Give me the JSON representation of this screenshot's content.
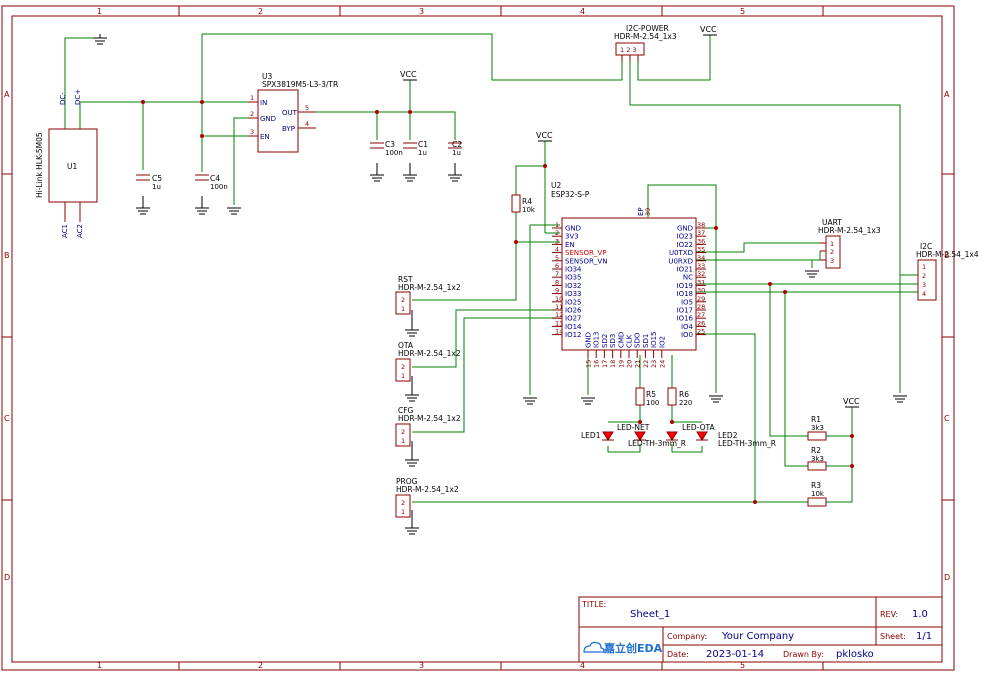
{
  "sheet": {
    "zones_top": [
      "1",
      "2",
      "3",
      "4",
      "5"
    ],
    "zones_side": [
      "A",
      "B",
      "C",
      "D"
    ]
  },
  "power": {
    "vcc": "VCC"
  },
  "components": {
    "u1": {
      "ref": "U1",
      "value": "Hi-Link HLK-5M05",
      "pins": [
        "DC-",
        "DC+",
        "AC1",
        "AC2"
      ]
    },
    "u3": {
      "ref": "U3",
      "value": "SPX3819M5-L3-3/TR",
      "pins": {
        "in": "IN",
        "gnd": "GND",
        "en": "EN",
        "out": "OUT",
        "byp": "BYP"
      },
      "nums": {
        "in": "1",
        "gnd": "2",
        "en": "3",
        "out": "5",
        "byp": "4"
      }
    },
    "c5": {
      "ref": "C5",
      "value": "1u"
    },
    "c4": {
      "ref": "C4",
      "value": "100n"
    },
    "c3": {
      "ref": "C3",
      "value": "100n"
    },
    "c1": {
      "ref": "C1",
      "value": "1u"
    },
    "c2": {
      "ref": "C2",
      "value": "1u"
    },
    "i2c_power": {
      "ref": "I2C-POWER",
      "value": "HDR-M-2.54_1x3",
      "pins": "1 2 3"
    },
    "r4": {
      "ref": "R4",
      "value": "10k"
    },
    "u2": {
      "ref": "U2",
      "value": "ESP32-S-P",
      "left": [
        {
          "n": "1",
          "name": "GND"
        },
        {
          "n": "2",
          "name": "3V3"
        },
        {
          "n": "3",
          "name": "EN"
        },
        {
          "n": "4",
          "name": "SENSOR_VP"
        },
        {
          "n": "5",
          "name": "SENSOR_VN"
        },
        {
          "n": "6",
          "name": "IO34"
        },
        {
          "n": "7",
          "name": "IO35"
        },
        {
          "n": "8",
          "name": "IO32"
        },
        {
          "n": "9",
          "name": "IO33"
        },
        {
          "n": "10",
          "name": "IO25"
        },
        {
          "n": "11",
          "name": "IO26"
        },
        {
          "n": "12",
          "name": "IO27"
        },
        {
          "n": "13",
          "name": "IO14"
        },
        {
          "n": "14",
          "name": "IO12"
        }
      ],
      "right": [
        {
          "n": "38",
          "name": "GND"
        },
        {
          "n": "37",
          "name": "IO23"
        },
        {
          "n": "36",
          "name": "IO22"
        },
        {
          "n": "35",
          "name": "U0TXD"
        },
        {
          "n": "34",
          "name": "U0RXD"
        },
        {
          "n": "33",
          "name": "IO21"
        },
        {
          "n": "32",
          "name": "NC"
        },
        {
          "n": "31",
          "name": "IO19"
        },
        {
          "n": "30",
          "name": "IO18"
        },
        {
          "n": "29",
          "name": "IO5"
        },
        {
          "n": "28",
          "name": "IO17"
        },
        {
          "n": "27",
          "name": "IO16"
        },
        {
          "n": "26",
          "name": "IO4"
        },
        {
          "n": "25",
          "name": "IO0"
        }
      ],
      "bottom": [
        {
          "n": "15",
          "name": "GND"
        },
        {
          "n": "16",
          "name": "IO13"
        },
        {
          "n": "17",
          "name": "SD2"
        },
        {
          "n": "18",
          "name": "SD3"
        },
        {
          "n": "19",
          "name": "CMD"
        },
        {
          "n": "20",
          "name": "CLK"
        },
        {
          "n": "21",
          "name": "SDO"
        },
        {
          "n": "22",
          "name": "SD1"
        },
        {
          "n": "23",
          "name": "IO15"
        },
        {
          "n": "24",
          "name": "IO2"
        }
      ],
      "ep": "EP",
      "ep_num": "39"
    },
    "uart": {
      "ref": "UART",
      "value": "HDR-M-2.54_1x3",
      "pins": [
        "1",
        "2",
        "3"
      ]
    },
    "i2c": {
      "ref": "I2C",
      "value": "HDR-M-2.54_1x4",
      "pins": [
        "1",
        "2",
        "3",
        "4"
      ]
    },
    "rst": {
      "ref": "RST",
      "value": "HDR-M-2.54_1x2",
      "pins": [
        "2",
        "1"
      ]
    },
    "ota": {
      "ref": "OTA",
      "value": "HDR-M-2.54_1x2",
      "pins": [
        "2",
        "1"
      ]
    },
    "cfg": {
      "ref": "CFG",
      "value": "HDR-M-2.54_1x2",
      "pins": [
        "2",
        "1"
      ]
    },
    "prog": {
      "ref": "PROG",
      "value": "HDR-M-2.54_1x2",
      "pins": [
        "2",
        "1"
      ]
    },
    "r5": {
      "ref": "R5",
      "value": "100"
    },
    "r6": {
      "ref": "R6",
      "value": "220"
    },
    "led1": {
      "ref": "LED1",
      "net": "LED-NET",
      "value": "LED-TH-3mm_R"
    },
    "led2": {
      "ref": "LED2",
      "net": "LED-OTA",
      "value": "LED-TH-3mm_R"
    },
    "r1": {
      "ref": "R1",
      "value": "3k3"
    },
    "r2": {
      "ref": "R2",
      "value": "3k3"
    },
    "r3": {
      "ref": "R3",
      "value": "10k"
    }
  },
  "titleblock": {
    "title_label": "TITLE:",
    "title": "Sheet_1",
    "rev_label": "REV:",
    "rev": "1.0",
    "company_label": "Company:",
    "company": "Your Company",
    "sheet_label": "Sheet:",
    "sheet": "1/1",
    "date_label": "Date:",
    "date": "2023-01-14",
    "drawn_label": "Drawn By:",
    "drawn": "pklosko",
    "logo": "嘉立创EDA"
  },
  "colors": {
    "frame": "#8b0000",
    "wire": "#008000",
    "pinname": "#00008b",
    "accent": "#cc0000"
  }
}
